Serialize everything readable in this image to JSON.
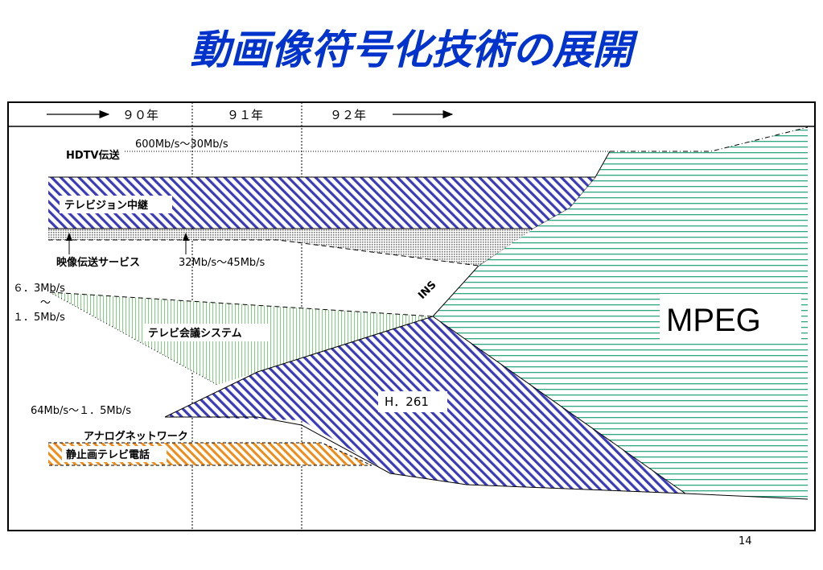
{
  "title": "動画像符号化技術の展開",
  "years": [
    "９０年",
    "９１年",
    "９２年"
  ],
  "labels": {
    "hdtv": "HDTV伝送",
    "hdtv_rate": "600Mb/s～30Mb/s",
    "tv_relay": "テレビジョン中継",
    "video_service": "映像伝送サービス",
    "video_rate": "32Mb/s～45Mb/s",
    "ins": "INS",
    "conf_rate_top": "６．3Mb/s",
    "conf_rate_tilde": "～",
    "conf_rate_bottom": "１．5Mb/s",
    "tv_conf": "テレビ会議システム",
    "mpeg": "MPEG",
    "h261": "H．261",
    "h261_rate": "64Mb/s～１．5Mb/s",
    "analog": "アナログネットワーク",
    "still_tv": "静止画テレビ電話"
  },
  "page_number": "14",
  "colors": {
    "title": "#0033cc",
    "blue_hatch": "#3b3bb8",
    "green_lines": "#2fa882",
    "light_green": "#7fcf7f",
    "orange_hatch": "#f08c1a",
    "gray_dots": "#777777"
  }
}
